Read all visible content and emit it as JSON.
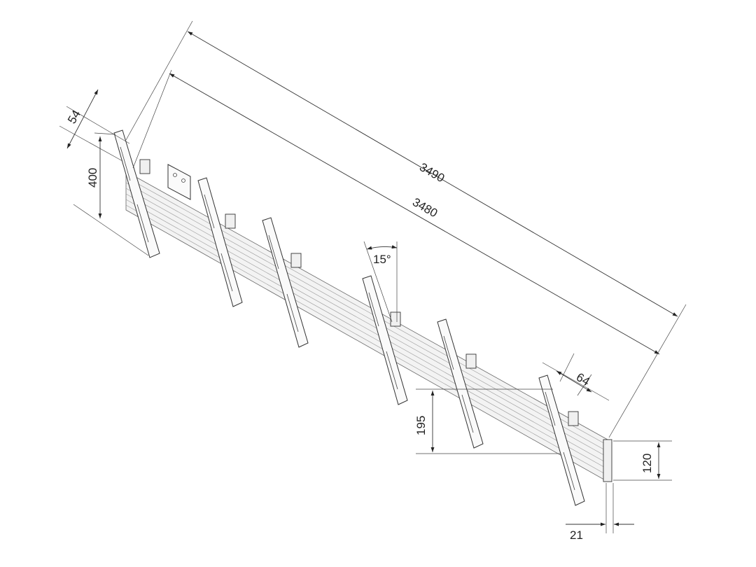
{
  "drawing": {
    "subject": "Multi-screen tilting wall mount rail with 6 brackets",
    "bracket_count": 6,
    "units": "mm",
    "dimensions": {
      "overall_length": "3490",
      "rail_length": "3480",
      "bracket_offset": "54",
      "bracket_height": "400",
      "tilt_angle": "15°",
      "arm_depth": "64",
      "drop": "195",
      "rail_height": "120",
      "rail_depth": "21"
    }
  }
}
